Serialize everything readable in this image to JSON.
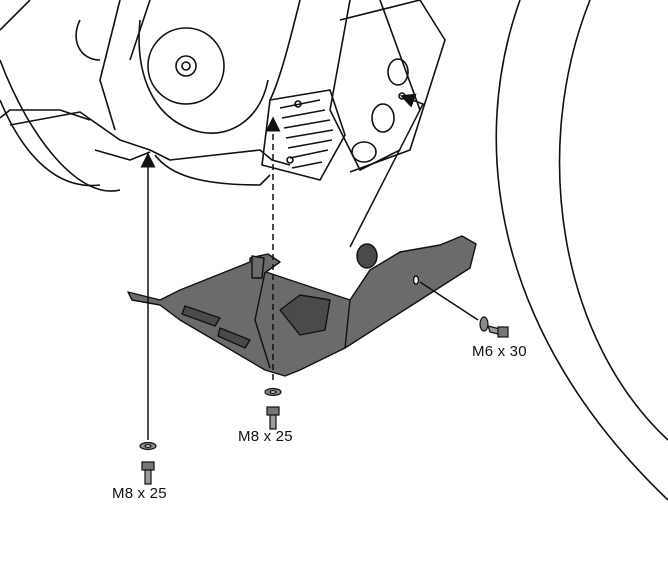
{
  "labels": {
    "bolt_left": "M8 x 25",
    "bolt_center": "M8 x 25",
    "bolt_right": "M6 x 30"
  },
  "colors": {
    "line": "#111111",
    "plate": "#6b6b6b",
    "plate_shadow": "#4a4a4a",
    "background": "#ffffff"
  }
}
